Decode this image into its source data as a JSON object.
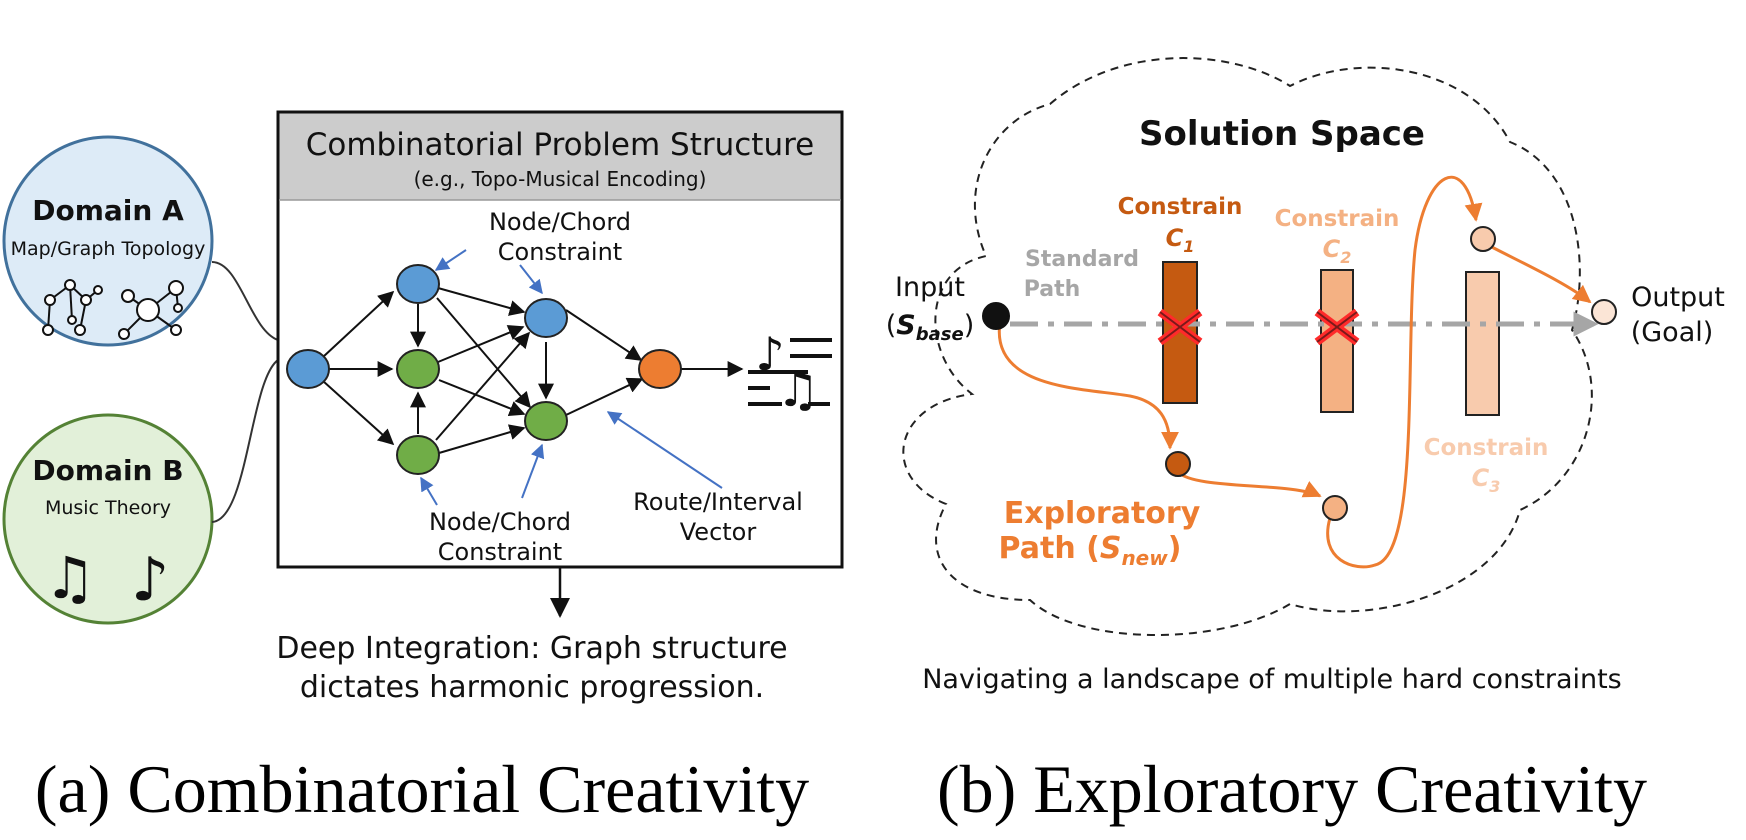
{
  "panel_a": {
    "box_title": "Combinatorial Problem Structure",
    "box_subtitle": "(e.g., Topo-Musical Encoding)",
    "domain_a": {
      "title": "Domain A",
      "subtitle": "Map/Graph Topology"
    },
    "domain_b": {
      "title": "Domain B",
      "subtitle": "Music Theory"
    },
    "constraint_top_line1": "Node/Chord",
    "constraint_top_line2": "Constraint",
    "constraint_bottom_line1": "Node/Chord",
    "constraint_bottom_line2": "Constraint",
    "route_line1": "Route/Interval",
    "route_line2": "Vector",
    "integration_line1": "Deep Integration: Graph structure",
    "integration_line2": "dictates harmonic progression.",
    "caption": "(a) Combinatorial Creativity",
    "colors": {
      "blue": "#5b9bd5",
      "green": "#70ad47",
      "orange": "#ed7d31"
    }
  },
  "panel_b": {
    "title": "Solution Space",
    "input_label": "Input",
    "input_var": "S",
    "input_sub": "base",
    "output_label": "Output",
    "output_sub": "(Goal)",
    "standard_line1": "Standard",
    "standard_line2": "Path",
    "constraints": [
      {
        "label": "Constrain",
        "var": "C",
        "sub": "1",
        "color": "#c55a11"
      },
      {
        "label": "Constrain",
        "var": "C",
        "sub": "2",
        "color": "#f4b183"
      },
      {
        "label": "Constrain",
        "var": "C",
        "sub": "3",
        "color": "#f8cbad"
      }
    ],
    "exploratory_line1": "Exploratory",
    "exploratory_line2": "Path (",
    "exploratory_var": "S",
    "exploratory_sub": "new",
    "exploratory_close": ")",
    "navigating": "Navigating a landscape of multiple hard constraints",
    "caption": "(b) Exploratory Creativity",
    "colors": {
      "path": "#ed7d31",
      "standard": "#a6a6a6"
    }
  }
}
